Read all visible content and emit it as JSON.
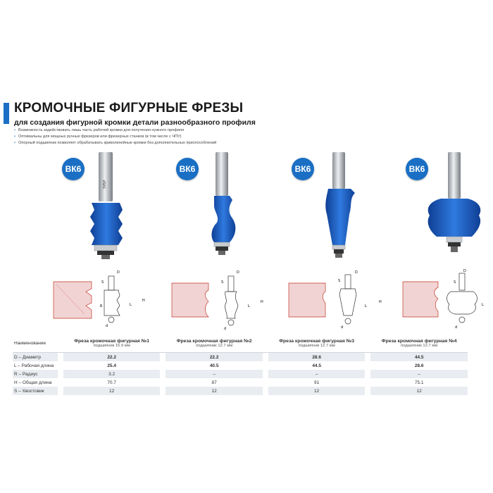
{
  "header": {
    "title": "КРОМОЧНЫЕ ФИГУРНЫЕ ФРЕЗЫ",
    "subtitle": "для создания фигурной кромки детали разнообразного профиля",
    "bullets": [
      "Возможность задействовать лишь часть рабочей кромки для получения нужного профиля",
      "Оптимальны для мощных ручных фрезеров или фрезерных станков (в том числе с ЧПУ)",
      "Опорный подшипник позволяет обрабатывать криволинейные кромки без дополнительных приспособлений"
    ]
  },
  "brand": {
    "accent": "#1a6fc4",
    "bit_blue": "#1d5fc8",
    "logo_text": "ЗУБР"
  },
  "products": [
    {
      "badge": "ВК6"
    },
    {
      "badge": "ВК6"
    },
    {
      "badge": "ВК6"
    },
    {
      "badge": "ВК6"
    }
  ],
  "diagram_labels": {
    "D": "D",
    "S": "S",
    "H": "H",
    "L": "L",
    "R": "R",
    "d": "d"
  },
  "specs": {
    "header_label": "Наименование",
    "columns": [
      {
        "name": "Фреза кромочная фигурная №1",
        "sub": "подшипник 15.9 мм"
      },
      {
        "name": "Фреза кромочная фигурная №2",
        "sub": "подшипник 12.7 мм"
      },
      {
        "name": "Фреза кромочная фигурная №3",
        "sub": "подшипник 12.7 мм"
      },
      {
        "name": "Фреза кромочная фигурная №4",
        "sub": "подшипник 12.7 мм"
      }
    ],
    "rows": [
      {
        "label": "D – Диаметр",
        "values": [
          "22.2",
          "22.2",
          "28.6",
          "44.5"
        ]
      },
      {
        "label": "L – Рабочая длина",
        "values": [
          "25.4",
          "40.5",
          "44.5",
          "28.6"
        ]
      },
      {
        "label": "R – Радиус",
        "values": [
          "3.2",
          "–",
          "–",
          "–"
        ]
      },
      {
        "label": "H – Общая длина",
        "values": [
          "70.7",
          "87",
          "91",
          "75.1"
        ]
      },
      {
        "label": "S – Хвостовик",
        "values": [
          "12",
          "12",
          "12",
          "12"
        ]
      }
    ]
  }
}
